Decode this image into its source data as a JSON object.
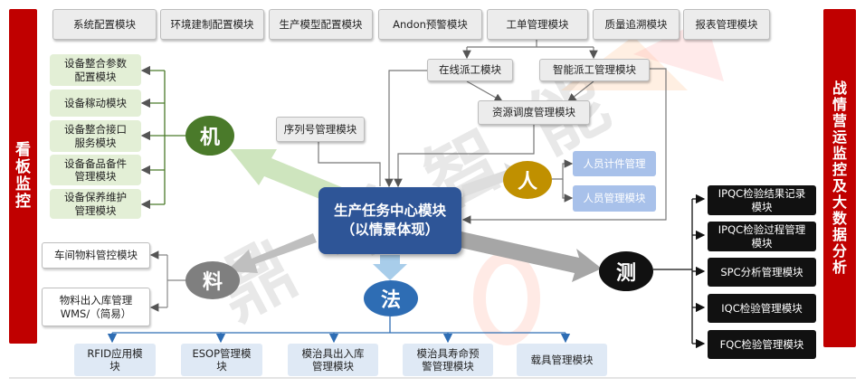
{
  "left_bar": "看\n板\n监\n控",
  "right_bar": "战\n情\n营\n运\n监\n控\n及\n大\n数\n据\n分\n析",
  "top_modules": [
    "系统配置模块",
    "环境建制配置模块",
    "生产模型配置模块",
    "Andon预警模块",
    "工单管理模块",
    "质量追溯模块",
    "报表管理模块"
  ],
  "work_order": {
    "online_dispatch": "在线派工模块",
    "smart_dispatch": "智能派工管理模块",
    "resource_scheduling": "资源调度管理模块"
  },
  "serial_module": "序列号管理模块",
  "center": "生产任务中心模块\n（以情景体现）",
  "ji": {
    "label": "机",
    "color": "#4a7a2a",
    "items": [
      "设备整合参数\n配置模块",
      "设备稼动模块",
      "设备整合接口\n服务模块",
      "设备备品备件\n管理模块",
      "设备保养维护\n管理模块"
    ]
  },
  "ren": {
    "label": "人",
    "color": "#c09000",
    "items": [
      "人员计件管理",
      "人员管理模块"
    ]
  },
  "liao": {
    "label": "料",
    "color": "#7f7f7f",
    "items": [
      "车间物料管控模块",
      "物料出入库管理\nWMS/（简易）"
    ]
  },
  "fa": {
    "label": "法",
    "color": "#2e6db4",
    "items": [
      "RFID应用模\n块",
      "ESOP管理模\n块",
      "模治具出入库\n管理模块",
      "模治具寿命预\n警管理模块",
      "载具管理模块"
    ]
  },
  "ce": {
    "label": "测",
    "color": "#111111",
    "items": [
      "IPQC检验结果记录\n模块",
      "IPQC检验过程管理\n模块",
      "SPC分析管理模块",
      "IQC检验管理模块",
      "FQC检验管理模块"
    ]
  },
  "watermark": "鼎 华 智 能"
}
